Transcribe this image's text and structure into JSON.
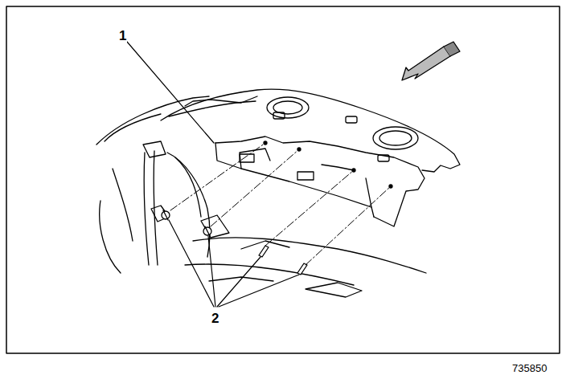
{
  "diagram": {
    "labels": [
      "1",
      "2",
      "735850"
    ]
  }
}
